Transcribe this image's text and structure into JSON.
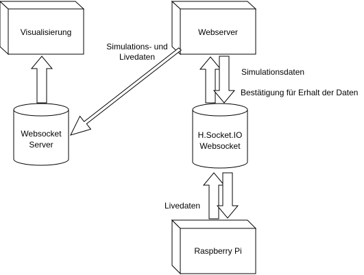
{
  "nodes": {
    "visualisierung": {
      "label": "Visualisierung"
    },
    "webserver": {
      "label": "Webserver"
    },
    "websocket_server": {
      "line1": "Websocket",
      "line2": "Server"
    },
    "hsocket": {
      "line1": "H.Socket.IO",
      "line2": "Websocket"
    },
    "raspberry": {
      "label": "Raspberry Pi"
    }
  },
  "edges": {
    "sim_live": {
      "line1": "Simulations- und",
      "line2": "Livedaten"
    },
    "simulationsdaten": {
      "label": "Simulationsdaten"
    },
    "bestaetigung": {
      "label": "Bestätigung für Erhalt der Daten"
    },
    "livedaten": {
      "label": "Livedaten"
    }
  },
  "colors": {
    "stroke": "#000000",
    "fill": "#ffffff"
  }
}
